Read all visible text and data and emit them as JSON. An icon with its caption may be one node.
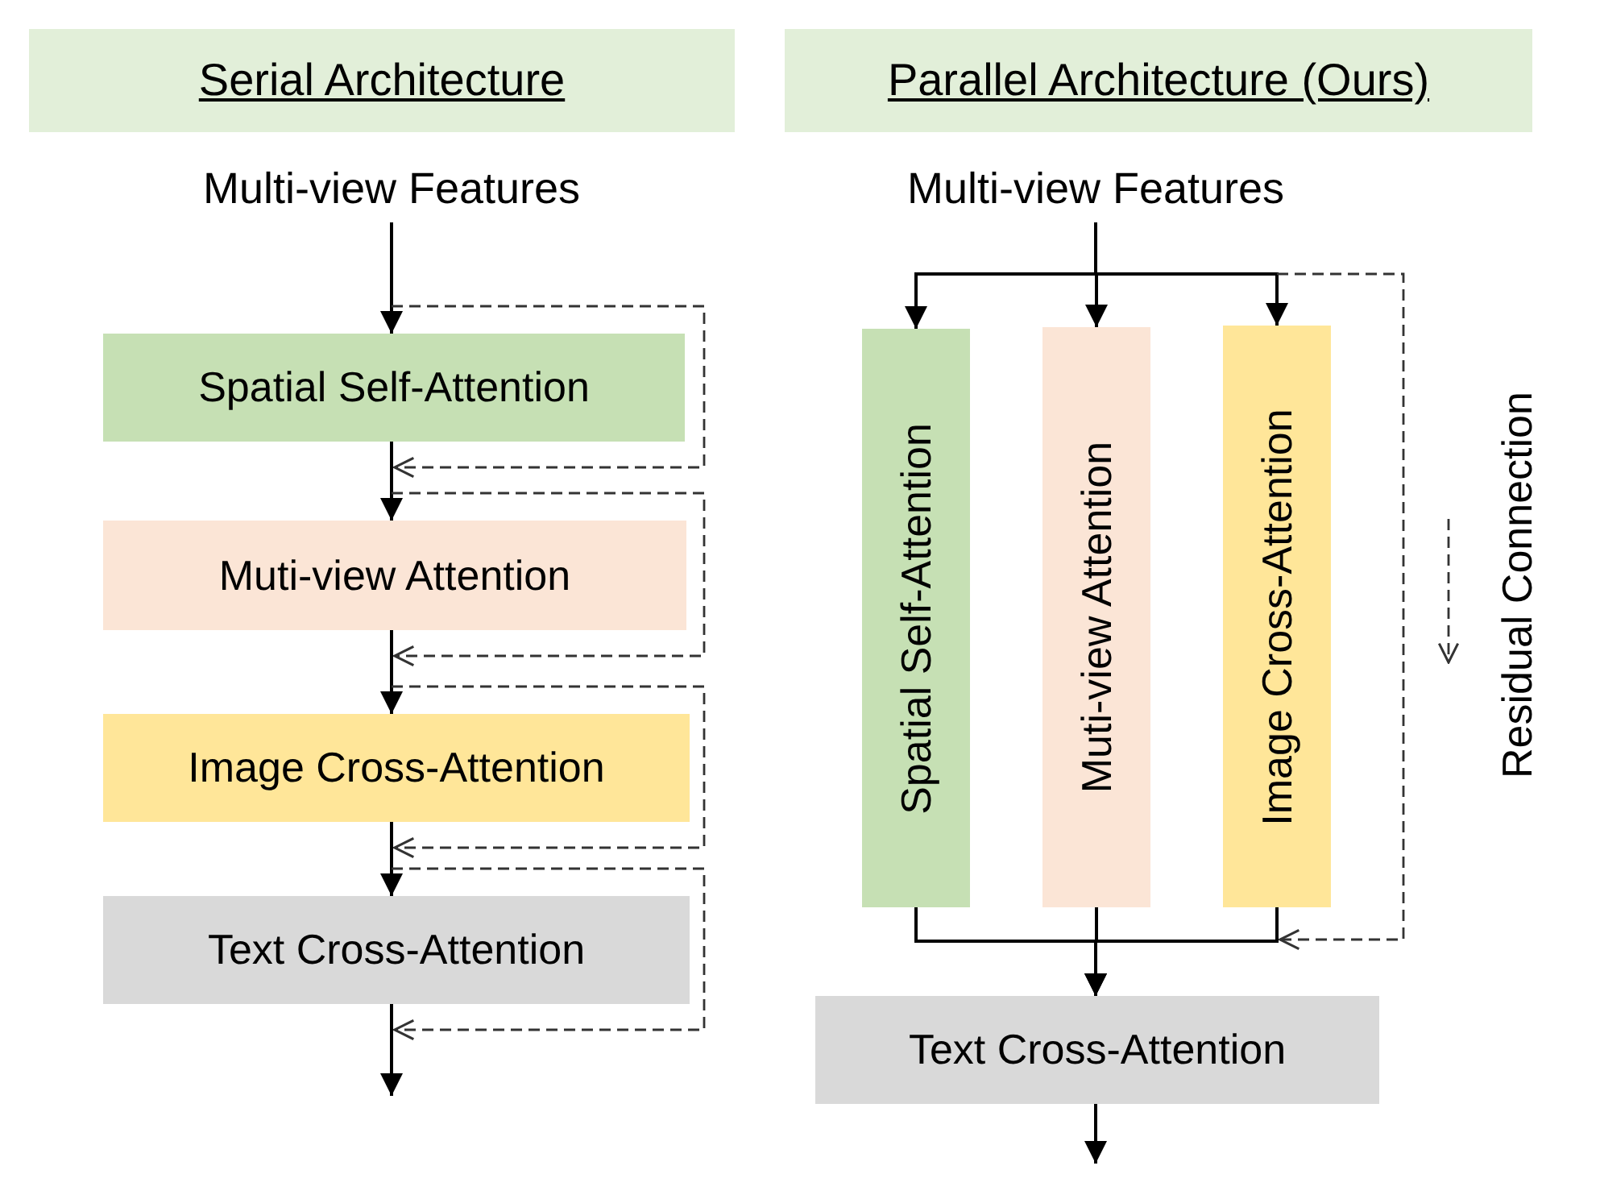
{
  "diagram": {
    "nodes": [
      {
        "text": [
          "Serial Architecture"
        ]
      },
      {
        "text": [
          "Parallel Architecture (Ours)"
        ]
      },
      {
        "text": [
          "Multi-view Features"
        ]
      },
      {
        "text": [
          "Spatial Self-Attention"
        ]
      },
      {
        "text": [
          "Muti-view Attention"
        ]
      },
      {
        "text": [
          "Image Cross-Attention"
        ]
      },
      {
        "text": [
          "Text Cross-Attention"
        ]
      },
      {
        "text": [
          "Multi-view Features"
        ]
      },
      {
        "text": [
          "Spatial Self-Attention"
        ]
      },
      {
        "text": [
          "Muti-view Attention"
        ]
      },
      {
        "text": [
          "Image Cross-Attention"
        ]
      },
      {
        "text": [
          "Text Cross-Attention"
        ]
      }
    ],
    "edges": [
      {
        "from": 2,
        "to": 3,
        "arrow": "to"
      },
      {
        "from": 3,
        "to": 4,
        "arrow": "to"
      },
      {
        "from": 4,
        "to": 5,
        "arrow": "to"
      },
      {
        "from": 5,
        "to": 6,
        "arrow": "to"
      },
      {
        "from": 6,
        "to": null,
        "arrow": "to"
      },
      {
        "from": 3,
        "to": 3,
        "arrow": "to",
        "style": "dashed"
      },
      {
        "from": 4,
        "to": 4,
        "arrow": "to",
        "style": "dashed"
      },
      {
        "from": 5,
        "to": 5,
        "arrow": "to",
        "style": "dashed"
      },
      {
        "from": 6,
        "to": 6,
        "arrow": "to",
        "style": "dashed"
      },
      {
        "from": 7,
        "to": 8,
        "arrow": "to"
      },
      {
        "from": 7,
        "to": 9,
        "arrow": "to"
      },
      {
        "from": 7,
        "to": 10,
        "arrow": "to"
      },
      {
        "from": 8,
        "to": 11,
        "arrow": "to"
      },
      {
        "from": 9,
        "to": 11,
        "arrow": "to"
      },
      {
        "from": 10,
        "to": 11,
        "arrow": "to"
      },
      {
        "from": 11,
        "to": null,
        "arrow": "to"
      },
      {
        "from": 10,
        "to": 10,
        "arrow": "to",
        "style": "dashed"
      }
    ],
    "legend": [
      {
        "text": "Residual Connection"
      }
    ]
  }
}
